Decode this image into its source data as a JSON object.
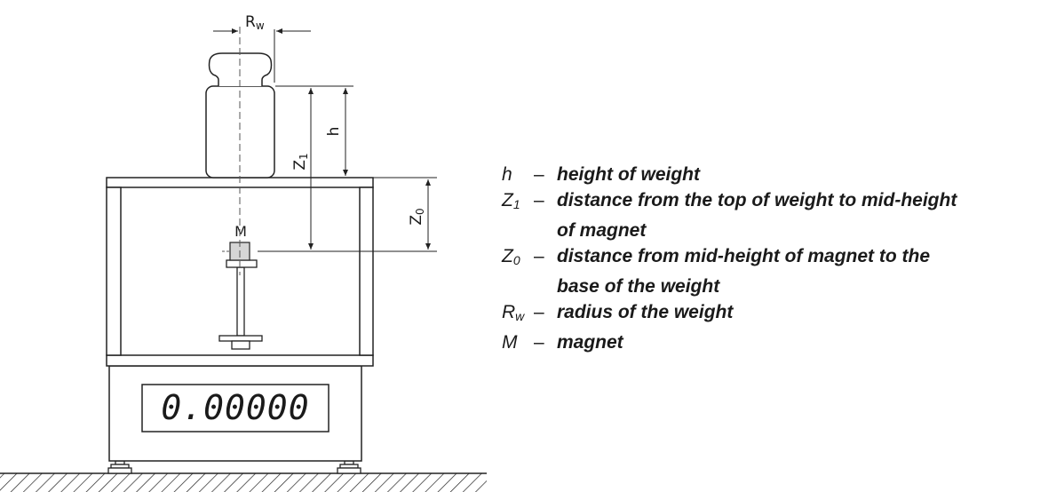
{
  "diagram": {
    "labels": {
      "rw_base": "R",
      "rw_sub": "w",
      "h": "h",
      "z1_base": "Z",
      "z1_sub": "1",
      "z0_base": "Z",
      "z0_sub": "0",
      "magnet": "M"
    },
    "display_value": "0.00000"
  },
  "legend": {
    "items": [
      {
        "symbol_base": "h",
        "symbol_sub": "",
        "dash": "–",
        "text": "height of weight",
        "continuation": ""
      },
      {
        "symbol_base": "Z",
        "symbol_sub": "1",
        "dash": "–",
        "text": "distance from the top of weight to mid-height",
        "continuation": "of magnet"
      },
      {
        "symbol_base": "Z",
        "symbol_sub": "0",
        "dash": "–",
        "text": "distance from mid-height of magnet to the",
        "continuation": "base of the weight"
      },
      {
        "symbol_base": "R",
        "symbol_sub": "w",
        "dash": "–",
        "text": "radius of the weight",
        "continuation": ""
      },
      {
        "symbol_base": "M",
        "symbol_sub": "",
        "dash": "–",
        "text": "magnet",
        "continuation": ""
      }
    ]
  }
}
